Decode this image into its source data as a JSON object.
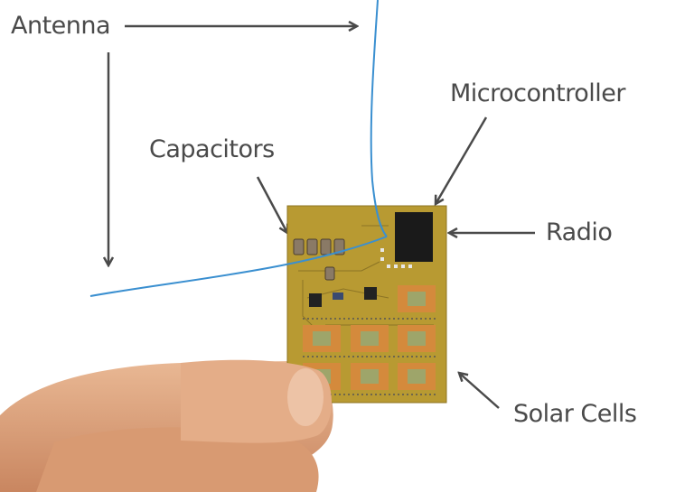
{
  "labels": {
    "antenna": "Antenna",
    "microcontroller": "Microcontroller",
    "capacitors": "Capacitors",
    "radio": "Radio",
    "solar_cells": "Solar Cells"
  },
  "colors": {
    "label_text": "#4a4a4a",
    "arrow": "#4a4a4a",
    "pcb": "#b89a32",
    "pcb_dark": "#8e7423",
    "chip": "#1a1a1a",
    "antenna_wire": "#3a8fd0",
    "skin": "#e2a880",
    "skin_shadow": "#c98660",
    "solar_pad": "#d48a3c",
    "solar_center": "#9ea56a"
  }
}
